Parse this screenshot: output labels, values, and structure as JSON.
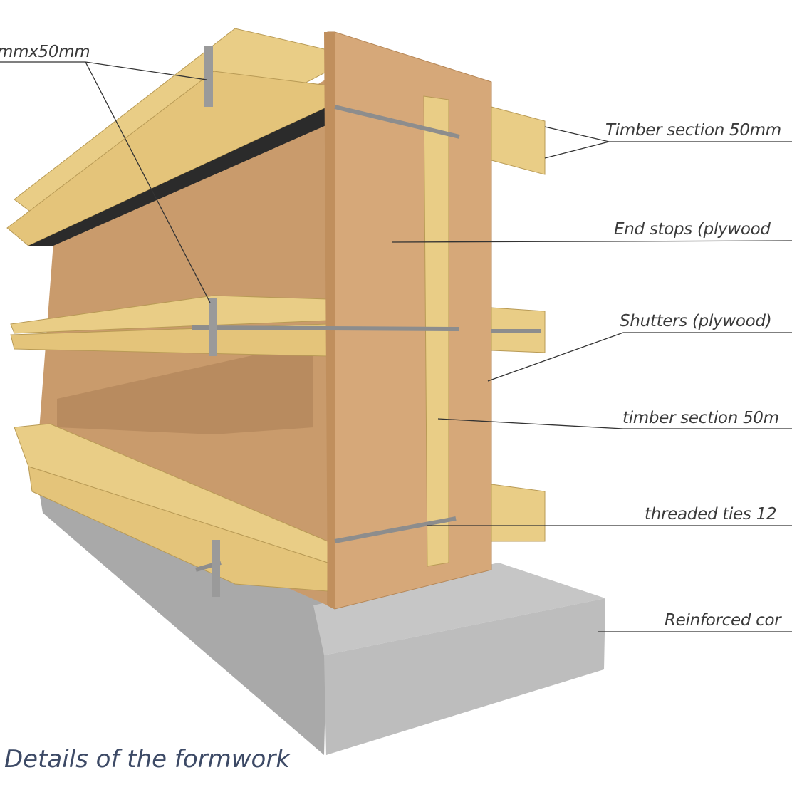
{
  "labels": {
    "top_left": "mmx50mm",
    "timber_section_top": "Timber section 50mm",
    "end_stops": "End stops (plywood",
    "shutters": "Shutters (plywood)",
    "timber_section_mid": "timber section 50m",
    "threaded_ties": "threaded ties 12",
    "reinforced": "Reinforced cor"
  },
  "caption": "Details of the formwork",
  "colors": {
    "plywood": "#c99b6c",
    "end_stop": "#d6a879",
    "timber": "#e9cd86",
    "concrete": "#b9b9b9",
    "caption": "#3d4a66"
  }
}
